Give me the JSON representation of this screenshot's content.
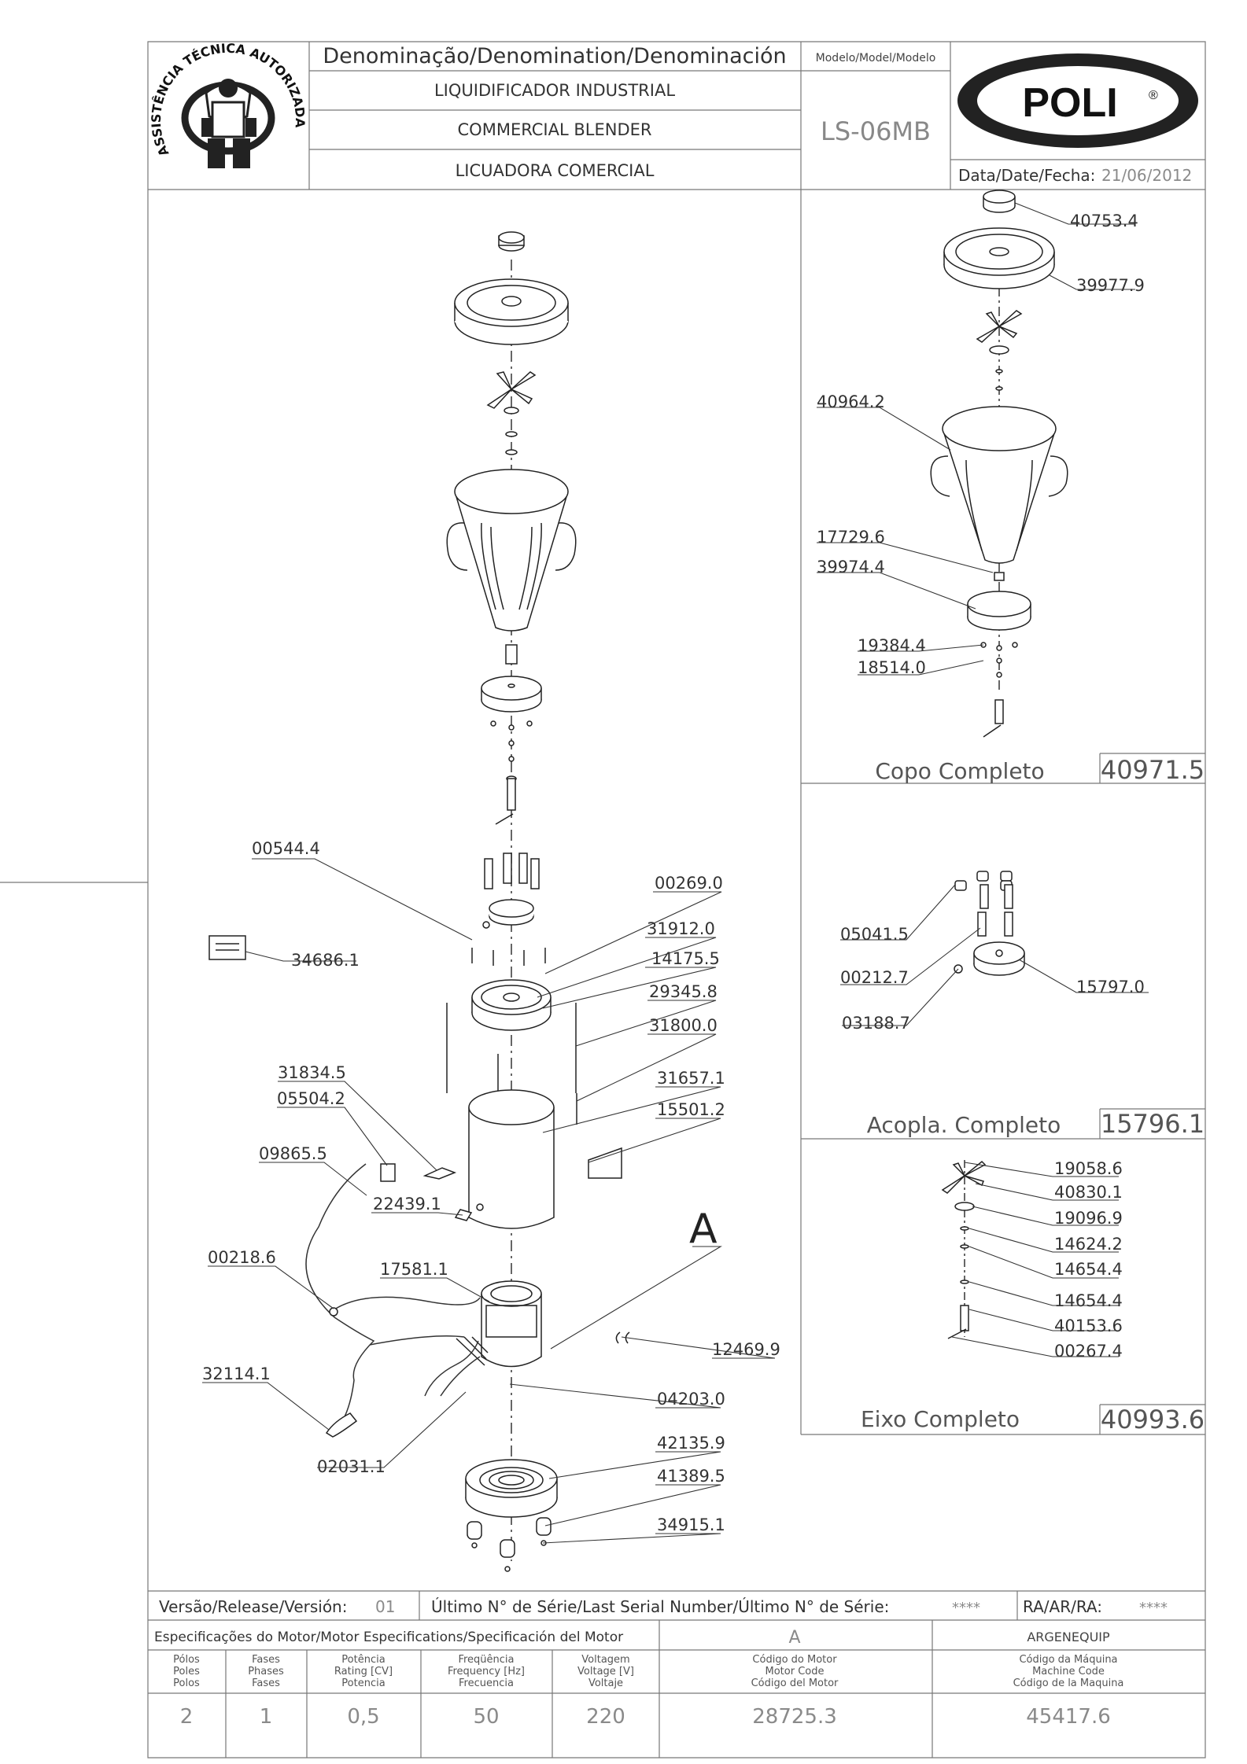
{
  "header": {
    "denomination_label": "Denominação/Denomination/Denominación",
    "names": [
      "LIQUIDIFICADOR INDUSTRIAL",
      "COMMERCIAL BLENDER",
      "LICUADORA COMERCIAL"
    ],
    "model_label": "Modelo/Model/Modelo",
    "model": "LS-06MB",
    "brand": "POLI",
    "brand_mark": "®",
    "date_label": "Data/Date/Fecha:",
    "date": "21/06/2012",
    "seal_text": "ASSISTÊNCIA TÉCNICA AUTORIZADA"
  },
  "main_parts": [
    {
      "code": "00544.4"
    },
    {
      "code": "00269.0"
    },
    {
      "code": "31912.0"
    },
    {
      "code": "14175.5"
    },
    {
      "code": "34686.1"
    },
    {
      "code": "29345.8"
    },
    {
      "code": "31800.0"
    },
    {
      "code": "31834.5"
    },
    {
      "code": "05504.2"
    },
    {
      "code": "31657.1"
    },
    {
      "code": "15501.2"
    },
    {
      "code": "09865.5"
    },
    {
      "code": "22439.1"
    },
    {
      "code": "00218.6"
    },
    {
      "code": "17581.1"
    },
    {
      "code": "12469.9"
    },
    {
      "code": "32114.1"
    },
    {
      "code": "04203.0"
    },
    {
      "code": "42135.9"
    },
    {
      "code": "02031.1"
    },
    {
      "code": "41389.5"
    },
    {
      "code": "34915.1"
    }
  ],
  "motor_callout": "A",
  "sections": [
    {
      "title": "Copo Completo",
      "code": "40971.5",
      "parts": [
        "40753.4",
        "39977.9",
        "40964.2",
        "17729.6",
        "39974.4",
        "19384.4",
        "18514.0"
      ]
    },
    {
      "title": "Acopla. Completo",
      "code": "15796.1",
      "parts": [
        "05041.5",
        "00212.7",
        "03188.7",
        "15797.0"
      ]
    },
    {
      "title": "Eixo Completo",
      "code": "40993.6",
      "parts": [
        "19058.6",
        "40830.1",
        "19096.9",
        "14624.2",
        "14654.4",
        "14654.4",
        "40153.6",
        "00267.4"
      ]
    }
  ],
  "footer": {
    "release_label": "Versão/Release/Versión:",
    "release": "01",
    "serial_label": "Último N° de Série/Last Serial Number/Último N° de Série:",
    "serial": "****",
    "ra_label": "RA/AR/RA:",
    "ra": "****",
    "motor_spec_label": "Especificações do Motor/Motor Especifications/Specificación del Motor",
    "motor_letter": "A",
    "supplier": "ARGENEQUIP",
    "columns": [
      {
        "l1": "Pólos",
        "l2": "Poles",
        "l3": "Polos",
        "value": "2"
      },
      {
        "l1": "Fases",
        "l2": "Phases",
        "l3": "Fases",
        "value": "1"
      },
      {
        "l1": "Potência",
        "l2": "Rating [CV]",
        "l3": "Potencia",
        "value": "0,5"
      },
      {
        "l1": "Freqüência",
        "l2": "Frequency [Hz]",
        "l3": "Frecuencia",
        "value": "50"
      },
      {
        "l1": "Voltagem",
        "l2": "Voltage [V]",
        "l3": "Voltaje",
        "value": "220"
      },
      {
        "l1": "Código do Motor",
        "l2": "Motor Code",
        "l3": "Código del Motor",
        "value": "28725.3"
      },
      {
        "l1": "Código da Máquina",
        "l2": "Machine Code",
        "l3": "Código de la Maquina",
        "value": "45417.6"
      }
    ]
  }
}
